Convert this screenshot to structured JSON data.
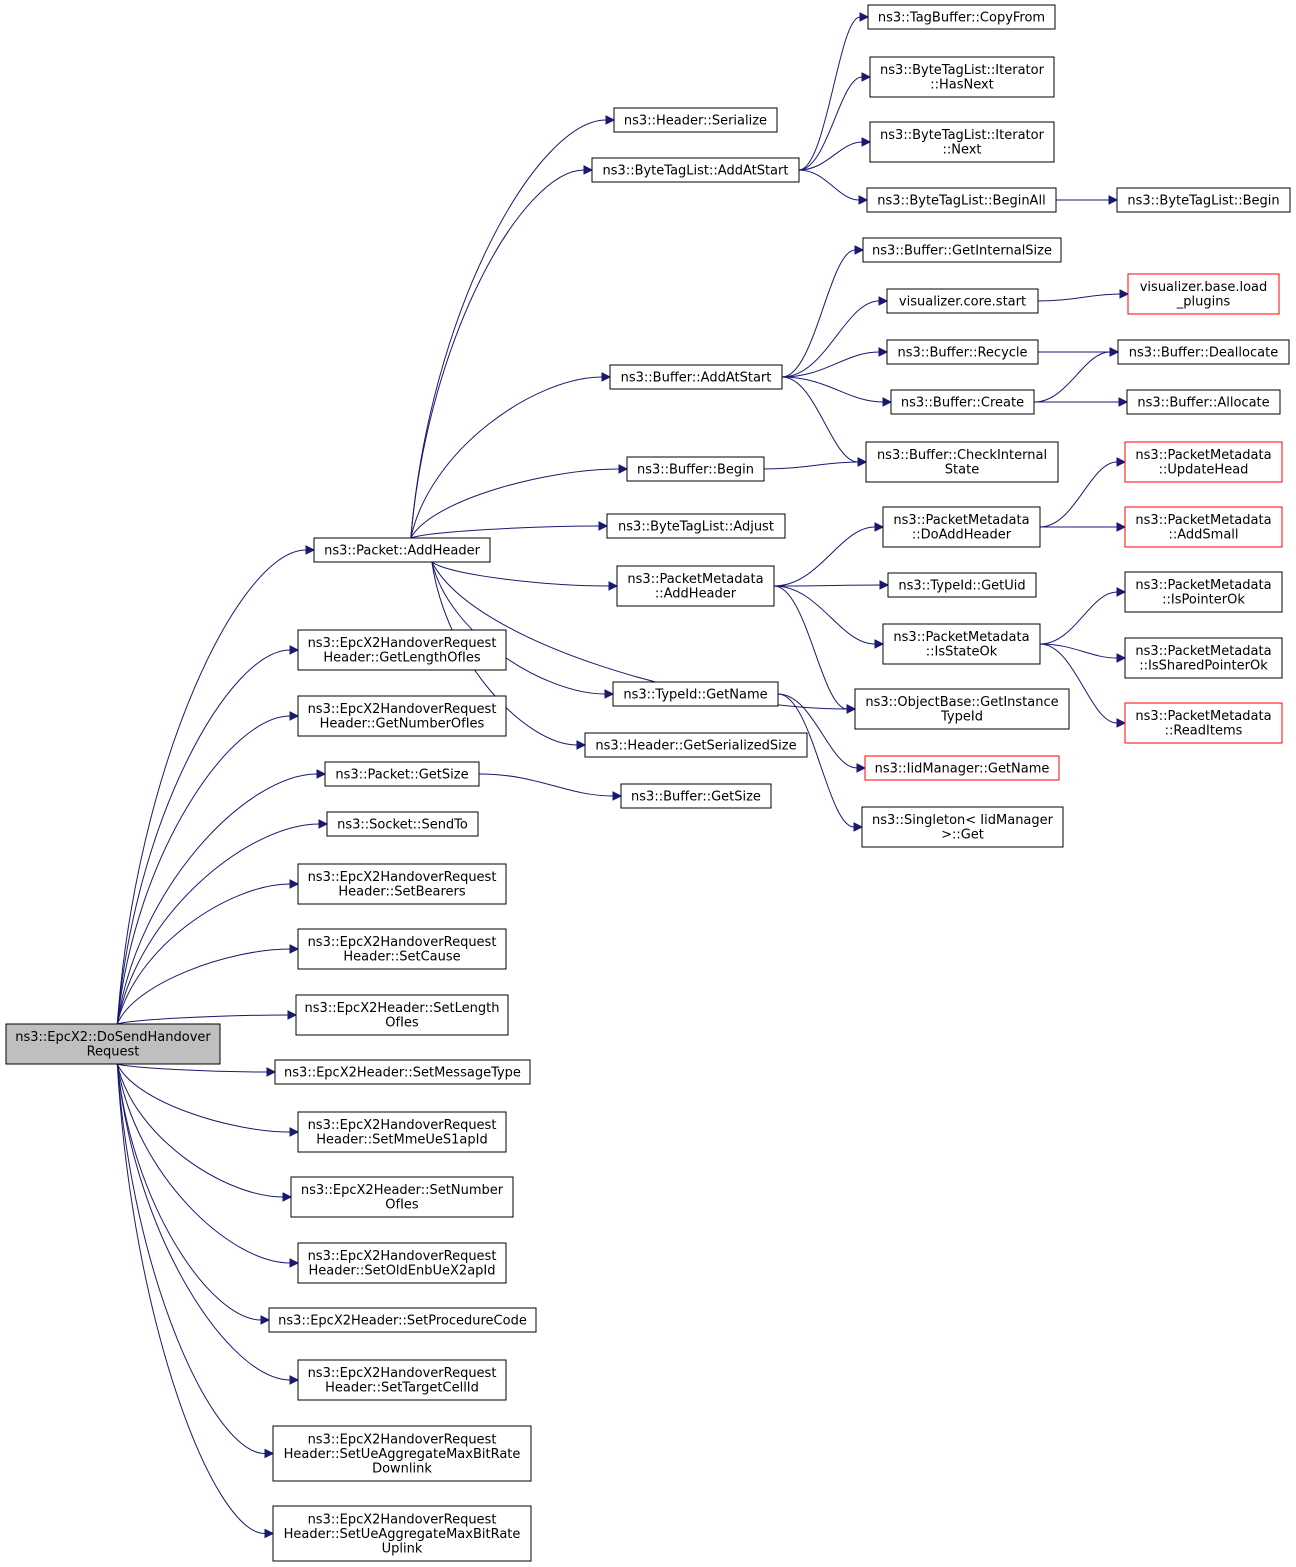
{
  "colors": {
    "edge": "#191970",
    "root_fill": "#bfbfbf",
    "node_fill": "#ffffff",
    "node_border": "#000000",
    "truncated_border": "#ff0000"
  },
  "nodes": [
    {
      "id": "root",
      "lines": [
        "ns3::EpcX2::DoSendHandover",
        "Request"
      ],
      "style": "root"
    },
    {
      "id": "addHeader",
      "lines": [
        "ns3::Packet::AddHeader"
      ]
    },
    {
      "id": "getLengthOfIes",
      "lines": [
        "ns3::EpcX2HandoverRequest",
        "Header::GetLengthOfIes"
      ]
    },
    {
      "id": "getNumberOfIes",
      "lines": [
        "ns3::EpcX2HandoverRequest",
        "Header::GetNumberOfIes"
      ]
    },
    {
      "id": "packetGetSize",
      "lines": [
        "ns3::Packet::GetSize"
      ]
    },
    {
      "id": "sendTo",
      "lines": [
        "ns3::Socket::SendTo"
      ]
    },
    {
      "id": "setBearers",
      "lines": [
        "ns3::EpcX2HandoverRequest",
        "Header::SetBearers"
      ]
    },
    {
      "id": "setCause",
      "lines": [
        "ns3::EpcX2HandoverRequest",
        "Header::SetCause"
      ]
    },
    {
      "id": "setLengthOfIes",
      "lines": [
        "ns3::EpcX2Header::SetLength",
        "OfIes"
      ]
    },
    {
      "id": "setMessageType",
      "lines": [
        "ns3::EpcX2Header::SetMessageType"
      ]
    },
    {
      "id": "setMmeUeS1apId",
      "lines": [
        "ns3::EpcX2HandoverRequest",
        "Header::SetMmeUeS1apId"
      ]
    },
    {
      "id": "setNumberOfIes",
      "lines": [
        "ns3::EpcX2Header::SetNumber",
        "OfIes"
      ]
    },
    {
      "id": "setOldEnbUeX2apId",
      "lines": [
        "ns3::EpcX2HandoverRequest",
        "Header::SetOldEnbUeX2apId"
      ]
    },
    {
      "id": "setProcedureCode",
      "lines": [
        "ns3::EpcX2Header::SetProcedureCode"
      ]
    },
    {
      "id": "setTargetCellId",
      "lines": [
        "ns3::EpcX2HandoverRequest",
        "Header::SetTargetCellId"
      ]
    },
    {
      "id": "setUeAggDown",
      "lines": [
        "ns3::EpcX2HandoverRequest",
        "Header::SetUeAggregateMaxBitRate",
        "Downlink"
      ]
    },
    {
      "id": "setUeAggUp",
      "lines": [
        "ns3::EpcX2HandoverRequest",
        "Header::SetUeAggregateMaxBitRate",
        "Uplink"
      ]
    },
    {
      "id": "headerSerialize",
      "lines": [
        "ns3::Header::Serialize"
      ]
    },
    {
      "id": "btlAddAtStart",
      "lines": [
        "ns3::ByteTagList::AddAtStart"
      ]
    },
    {
      "id": "bufAddAtStart",
      "lines": [
        "ns3::Buffer::AddAtStart"
      ]
    },
    {
      "id": "bufBegin",
      "lines": [
        "ns3::Buffer::Begin"
      ]
    },
    {
      "id": "btlAdjust",
      "lines": [
        "ns3::ByteTagList::Adjust"
      ]
    },
    {
      "id": "pmAddHeader",
      "lines": [
        "ns3::PacketMetadata",
        "::AddHeader"
      ]
    },
    {
      "id": "typeIdGetName",
      "lines": [
        "ns3::TypeId::GetName"
      ]
    },
    {
      "id": "headerGetSerializedSize",
      "lines": [
        "ns3::Header::GetSerializedSize"
      ]
    },
    {
      "id": "bufGetSize",
      "lines": [
        "ns3::Buffer::GetSize"
      ]
    },
    {
      "id": "tagBufCopyFrom",
      "lines": [
        "ns3::TagBuffer::CopyFrom"
      ]
    },
    {
      "id": "btlIterHasNext",
      "lines": [
        "ns3::ByteTagList::Iterator",
        "::HasNext"
      ]
    },
    {
      "id": "btlIterNext",
      "lines": [
        "ns3::ByteTagList::Iterator",
        "::Next"
      ]
    },
    {
      "id": "btlBeginAll",
      "lines": [
        "ns3::ByteTagList::BeginAll"
      ]
    },
    {
      "id": "btlBegin",
      "lines": [
        "ns3::ByteTagList::Begin"
      ]
    },
    {
      "id": "bufGetInternalSize",
      "lines": [
        "ns3::Buffer::GetInternalSize"
      ]
    },
    {
      "id": "vizCoreStart",
      "lines": [
        "visualizer.core.start"
      ]
    },
    {
      "id": "vizLoadPlugins",
      "lines": [
        "visualizer.base.load",
        "_plugins"
      ],
      "style": "trunc"
    },
    {
      "id": "bufRecycle",
      "lines": [
        "ns3::Buffer::Recycle"
      ]
    },
    {
      "id": "bufDeallocate",
      "lines": [
        "ns3::Buffer::Deallocate"
      ]
    },
    {
      "id": "bufCreate",
      "lines": [
        "ns3::Buffer::Create"
      ]
    },
    {
      "id": "bufAllocate",
      "lines": [
        "ns3::Buffer::Allocate"
      ]
    },
    {
      "id": "bufCheckInternalState",
      "lines": [
        "ns3::Buffer::CheckInternal",
        "State"
      ]
    },
    {
      "id": "pmUpdateHead",
      "lines": [
        "ns3::PacketMetadata",
        "::UpdateHead"
      ],
      "style": "trunc"
    },
    {
      "id": "pmDoAddHeader",
      "lines": [
        "ns3::PacketMetadata",
        "::DoAddHeader"
      ]
    },
    {
      "id": "pmAddSmall",
      "lines": [
        "ns3::PacketMetadata",
        "::AddSmall"
      ],
      "style": "trunc"
    },
    {
      "id": "typeIdGetUid",
      "lines": [
        "ns3::TypeId::GetUid"
      ]
    },
    {
      "id": "pmIsPointerOk",
      "lines": [
        "ns3::PacketMetadata",
        "::IsPointerOk"
      ]
    },
    {
      "id": "pmIsStateOk",
      "lines": [
        "ns3::PacketMetadata",
        "::IsStateOk"
      ]
    },
    {
      "id": "pmIsSharedPointerOk",
      "lines": [
        "ns3::PacketMetadata",
        "::IsSharedPointerOk"
      ]
    },
    {
      "id": "objBaseGetInstanceTypeId",
      "lines": [
        "ns3::ObjectBase::GetInstance",
        "TypeId"
      ]
    },
    {
      "id": "pmReadItems",
      "lines": [
        "ns3::PacketMetadata",
        "::ReadItems"
      ],
      "style": "trunc"
    },
    {
      "id": "iidMgrGetName",
      "lines": [
        "ns3::IidManager::GetName"
      ],
      "style": "trunc"
    },
    {
      "id": "singletonGet",
      "lines": [
        "ns3::Singleton< IidManager",
        ">::Get"
      ]
    }
  ],
  "edges": [
    [
      "root",
      "addHeader"
    ],
    [
      "root",
      "getLengthOfIes"
    ],
    [
      "root",
      "getNumberOfIes"
    ],
    [
      "root",
      "packetGetSize"
    ],
    [
      "root",
      "sendTo"
    ],
    [
      "root",
      "setBearers"
    ],
    [
      "root",
      "setCause"
    ],
    [
      "root",
      "setLengthOfIes"
    ],
    [
      "root",
      "setMessageType"
    ],
    [
      "root",
      "setMmeUeS1apId"
    ],
    [
      "root",
      "setNumberOfIes"
    ],
    [
      "root",
      "setOldEnbUeX2apId"
    ],
    [
      "root",
      "setProcedureCode"
    ],
    [
      "root",
      "setTargetCellId"
    ],
    [
      "root",
      "setUeAggDown"
    ],
    [
      "root",
      "setUeAggUp"
    ],
    [
      "addHeader",
      "headerSerialize"
    ],
    [
      "addHeader",
      "btlAddAtStart"
    ],
    [
      "addHeader",
      "bufAddAtStart"
    ],
    [
      "addHeader",
      "bufBegin"
    ],
    [
      "addHeader",
      "btlAdjust"
    ],
    [
      "addHeader",
      "pmAddHeader"
    ],
    [
      "addHeader",
      "typeIdGetName"
    ],
    [
      "addHeader",
      "headerGetSerializedSize"
    ],
    [
      "addHeader",
      "objBaseGetInstanceTypeId"
    ],
    [
      "packetGetSize",
      "bufGetSize"
    ],
    [
      "btlAddAtStart",
      "tagBufCopyFrom"
    ],
    [
      "btlAddAtStart",
      "btlIterHasNext"
    ],
    [
      "btlAddAtStart",
      "btlIterNext"
    ],
    [
      "btlAddAtStart",
      "btlBeginAll"
    ],
    [
      "btlBeginAll",
      "btlBegin"
    ],
    [
      "bufAddAtStart",
      "bufGetInternalSize"
    ],
    [
      "bufAddAtStart",
      "vizCoreStart"
    ],
    [
      "bufAddAtStart",
      "bufRecycle"
    ],
    [
      "bufAddAtStart",
      "bufCreate"
    ],
    [
      "bufAddAtStart",
      "bufCheckInternalState"
    ],
    [
      "vizCoreStart",
      "vizLoadPlugins"
    ],
    [
      "bufRecycle",
      "bufDeallocate"
    ],
    [
      "bufCreate",
      "bufDeallocate"
    ],
    [
      "bufCreate",
      "bufAllocate"
    ],
    [
      "bufBegin",
      "bufCheckInternalState"
    ],
    [
      "pmAddHeader",
      "pmDoAddHeader"
    ],
    [
      "pmAddHeader",
      "typeIdGetUid"
    ],
    [
      "pmAddHeader",
      "pmIsStateOk"
    ],
    [
      "pmAddHeader",
      "objBaseGetInstanceTypeId"
    ],
    [
      "pmDoAddHeader",
      "pmUpdateHead"
    ],
    [
      "pmDoAddHeader",
      "pmAddSmall"
    ],
    [
      "pmIsStateOk",
      "pmIsPointerOk"
    ],
    [
      "pmIsStateOk",
      "pmIsSharedPointerOk"
    ],
    [
      "pmIsStateOk",
      "pmReadItems"
    ],
    [
      "typeIdGetName",
      "iidMgrGetName"
    ],
    [
      "typeIdGetName",
      "singletonGet"
    ]
  ]
}
